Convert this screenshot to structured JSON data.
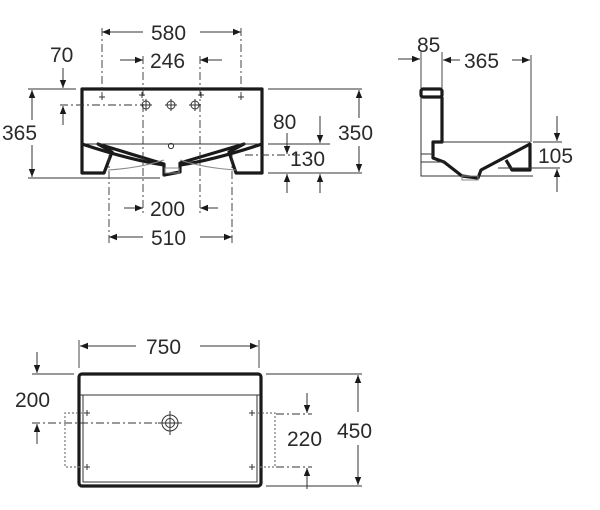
{
  "drawing": {
    "front_view": {
      "dims": {
        "overall_holes": "580",
        "tap_holes": "246",
        "top_offset": "70",
        "height_left": "365",
        "height_right": "350",
        "overflow_80": "80",
        "outlet_130": "130",
        "bracket_200": "200",
        "bracket_510": "510"
      }
    },
    "side_view": {
      "dims": {
        "wall_depth": "85",
        "projection": "365",
        "bowl_105": "105"
      }
    },
    "top_view": {
      "dims": {
        "width": "750",
        "waste_offset": "200",
        "fixing_spacing": "220",
        "depth": "450"
      }
    },
    "colors": {
      "line": "#1a1a1a",
      "background": "#ffffff"
    }
  }
}
